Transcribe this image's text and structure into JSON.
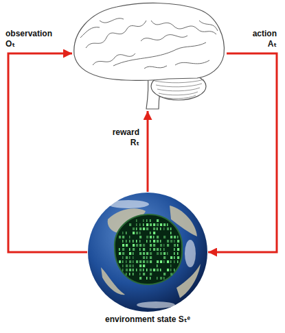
{
  "diagram": {
    "nodes": [
      {
        "text": []
      },
      {
        "text": [
          "environment state Sₜᵉ"
        ]
      }
    ],
    "edges": [
      {
        "from": 1,
        "to": 0,
        "arrow": "to",
        "label": "observation Oₜ"
      },
      {
        "from": 0,
        "to": 1,
        "arrow": "to",
        "label": "action Aₜ"
      },
      {
        "from": 1,
        "to": 0,
        "arrow": "to",
        "label": "reward Rₜ"
      }
    ]
  }
}
